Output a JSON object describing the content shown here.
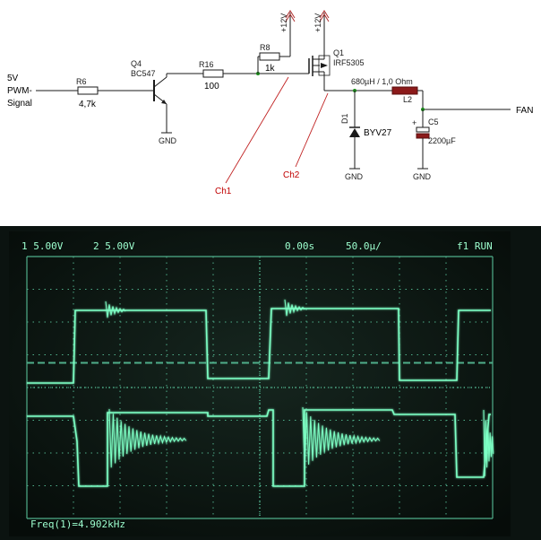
{
  "schematic": {
    "input_label": [
      "5V",
      "PWM-",
      "Signal"
    ],
    "r6": {
      "ref": "R6",
      "value": "4,7k"
    },
    "q4": {
      "ref": "Q4",
      "part": "BC547"
    },
    "r16": {
      "ref": "R16",
      "value": "100"
    },
    "r8": {
      "ref": "R8",
      "value": "1k"
    },
    "q1": {
      "ref": "Q1",
      "part": "IRF5305"
    },
    "l2": {
      "ref": "L2",
      "value": "680µH / 1,0 Ohm"
    },
    "c5": {
      "ref": "C5",
      "value": "2200µF"
    },
    "d1": {
      "ref": "D1",
      "part": "BYV27"
    },
    "supply": "+12V",
    "ground": "GND",
    "output": "FAN",
    "probe1": "Ch1",
    "probe2": "Ch2"
  },
  "scope": {
    "ch1_scale": "1 5.00V",
    "ch2_scale": "2 5.00V",
    "time_offset": "0.00s",
    "timebase": "50.0µ/",
    "trigger": "f1 RUN",
    "freq": "Freq(1)=4.902kHz",
    "colors": {
      "trace": "#7dffc4",
      "background": "#0a120e",
      "grid": "#4fae8a"
    }
  }
}
